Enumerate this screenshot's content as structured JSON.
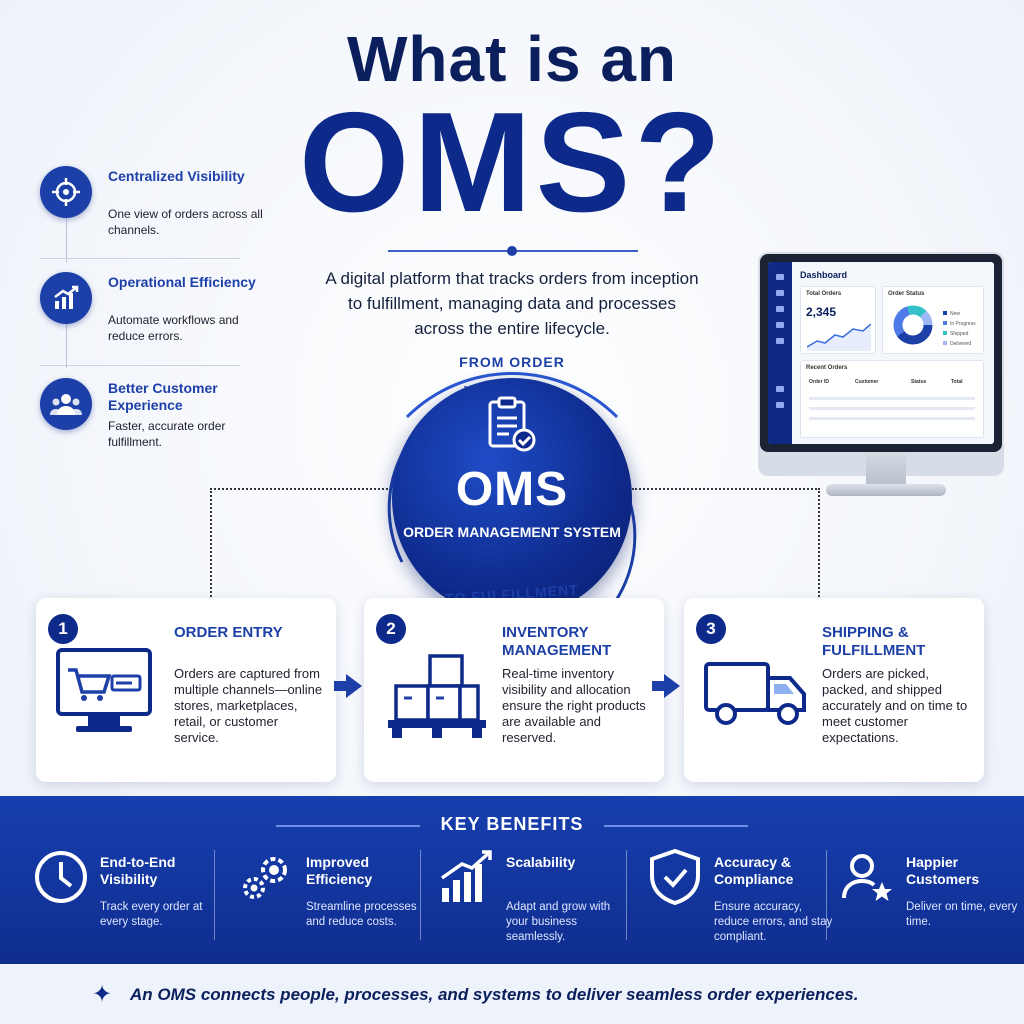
{
  "title": {
    "line1": "What is an",
    "line2": "OMS?"
  },
  "subtitle": "A digital platform that tracks orders from inception to fulfillment, managing data and processes across the entire lifecycle.",
  "features": [
    {
      "title": "Centralized Visibility",
      "desc": "One view of orders across all channels.",
      "icon": "target-icon"
    },
    {
      "title": "Operational Efficiency",
      "desc": "Automate workflows and reduce errors.",
      "icon": "growth-chart-icon"
    },
    {
      "title": "Better Customer Experience",
      "desc": "Faster, accurate order fulfillment.",
      "icon": "customers-icon"
    }
  ],
  "center": {
    "from_label": "FROM ORDER",
    "to_label": "TO FULFILLMENT",
    "title": "OMS",
    "subtitle": "ORDER MANAGEMENT SYSTEM",
    "icon": "clipboard-check-icon"
  },
  "dashboard": {
    "title": "Dashboard",
    "total_orders_label": "Total Orders",
    "total_orders_value": "2,345",
    "order_status_label": "Order Status",
    "status_legend": [
      "New",
      "In Progress",
      "Shipped",
      "Delivered"
    ],
    "recent_orders_label": "Recent Orders",
    "table_headers": [
      "Order ID",
      "Customer",
      "Status",
      "Total"
    ],
    "colors": [
      "#1d3fa8",
      "#4f7be8",
      "#34c0c9",
      "#9db8f5"
    ]
  },
  "steps": [
    {
      "number": "1",
      "title": "ORDER ENTRY",
      "desc": "Orders are captured from multiple channels—online stores, marketplaces, retail, or customer service.",
      "icon": "cart-monitor-icon"
    },
    {
      "number": "2",
      "title": "INVENTORY MANAGEMENT",
      "desc": "Real-time inventory visibility and allocation ensure the right products are available and reserved.",
      "icon": "boxes-pallet-icon"
    },
    {
      "number": "3",
      "title": "SHIPPING & FULFILLMENT",
      "desc": "Orders are picked, packed, and shipped accurately and on time to meet customer expectations.",
      "icon": "truck-icon"
    }
  ],
  "key_benefits": {
    "heading": "KEY BENEFITS",
    "items": [
      {
        "title": "End-to-End Visibility",
        "desc": "Track every order at every stage.",
        "icon": "clock-icon"
      },
      {
        "title": "Improved Efficiency",
        "desc": "Streamline processes and reduce costs.",
        "icon": "gears-icon"
      },
      {
        "title": "Scalability",
        "desc": "Adapt and grow with your business seamlessly.",
        "icon": "bar-growth-icon"
      },
      {
        "title": "Accuracy & Compliance",
        "desc": "Ensure accuracy, reduce errors, and stay compliant.",
        "icon": "shield-check-icon"
      },
      {
        "title": "Happier Customers",
        "desc": "Deliver on time, every time.",
        "icon": "customer-star-icon"
      }
    ]
  },
  "footer": {
    "text": "An OMS connects people, processes, and systems to deliver seamless order experiences.",
    "icon": "sparkle-icon"
  },
  "colors": {
    "primary": "#0d2a8a",
    "accent": "#1d3fa8",
    "band": "#173fae"
  }
}
